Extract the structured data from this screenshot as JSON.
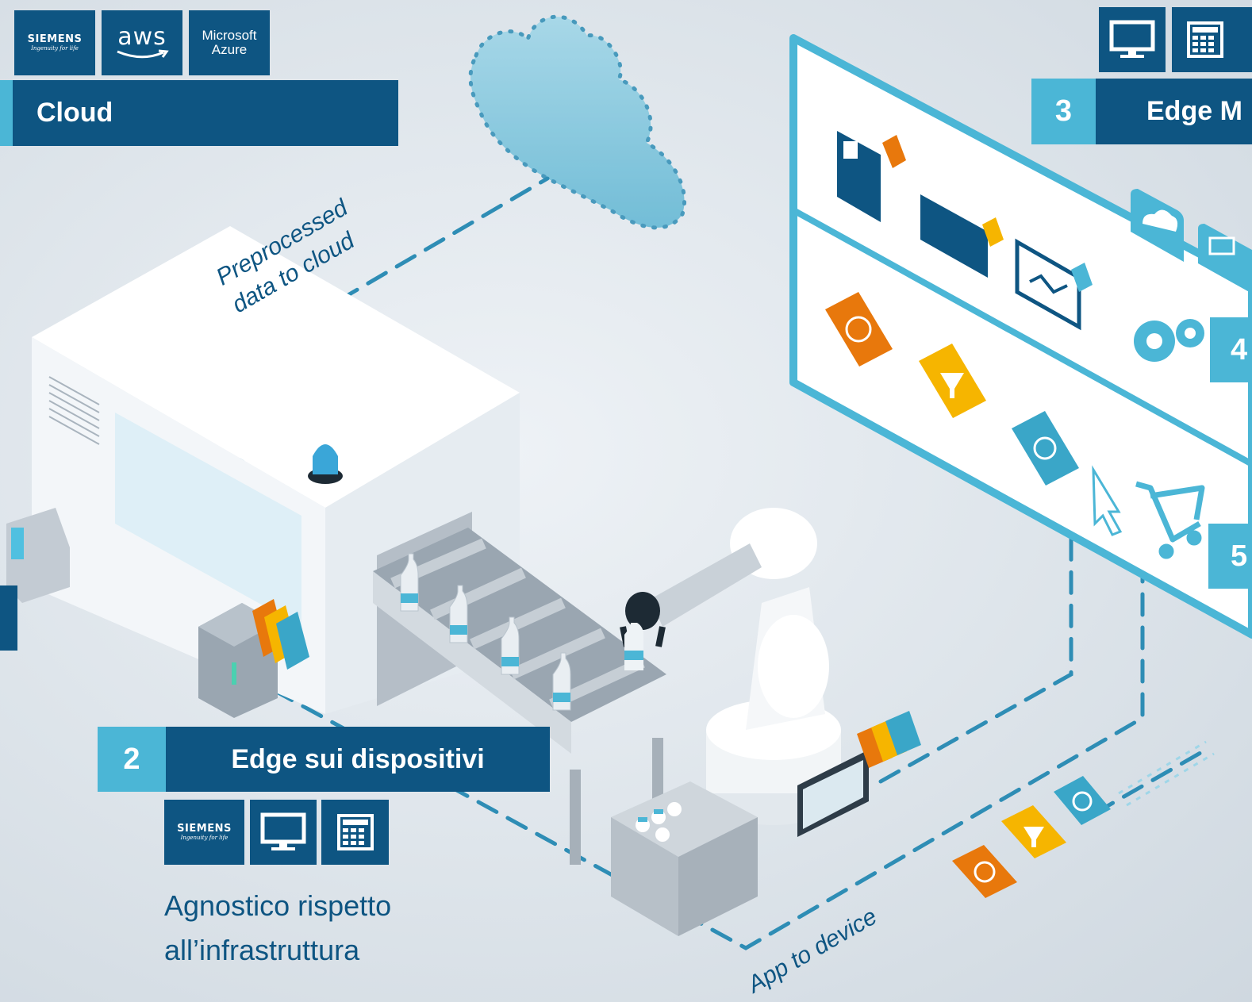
{
  "logos": {
    "siemens": "SIEMENS",
    "siemens_tagline": "Ingenuity for life",
    "aws": "aws",
    "azure_line1": "Microsoft",
    "azure_line2": "Azure"
  },
  "cloud_section": {
    "title": "Cloud"
  },
  "edge_management": {
    "number": "3",
    "title": "Edge M"
  },
  "edge_devices": {
    "number": "2",
    "title": "Edge sui dispositivi",
    "description_line1": "Agnostico rispetto",
    "description_line2": "all’infrastruttura"
  },
  "flow_labels": {
    "preprocessed_line1": "Preprocessed",
    "preprocessed_line2": "data to cloud",
    "app_to_device": "App to device"
  },
  "side_numbers": {
    "four": "4",
    "five": "5"
  },
  "colors": {
    "navy": "#0e5582",
    "accent": "#4bb6d6",
    "orange": "#e8780c",
    "yellow": "#f6b500",
    "teal": "#3aa6c8"
  }
}
